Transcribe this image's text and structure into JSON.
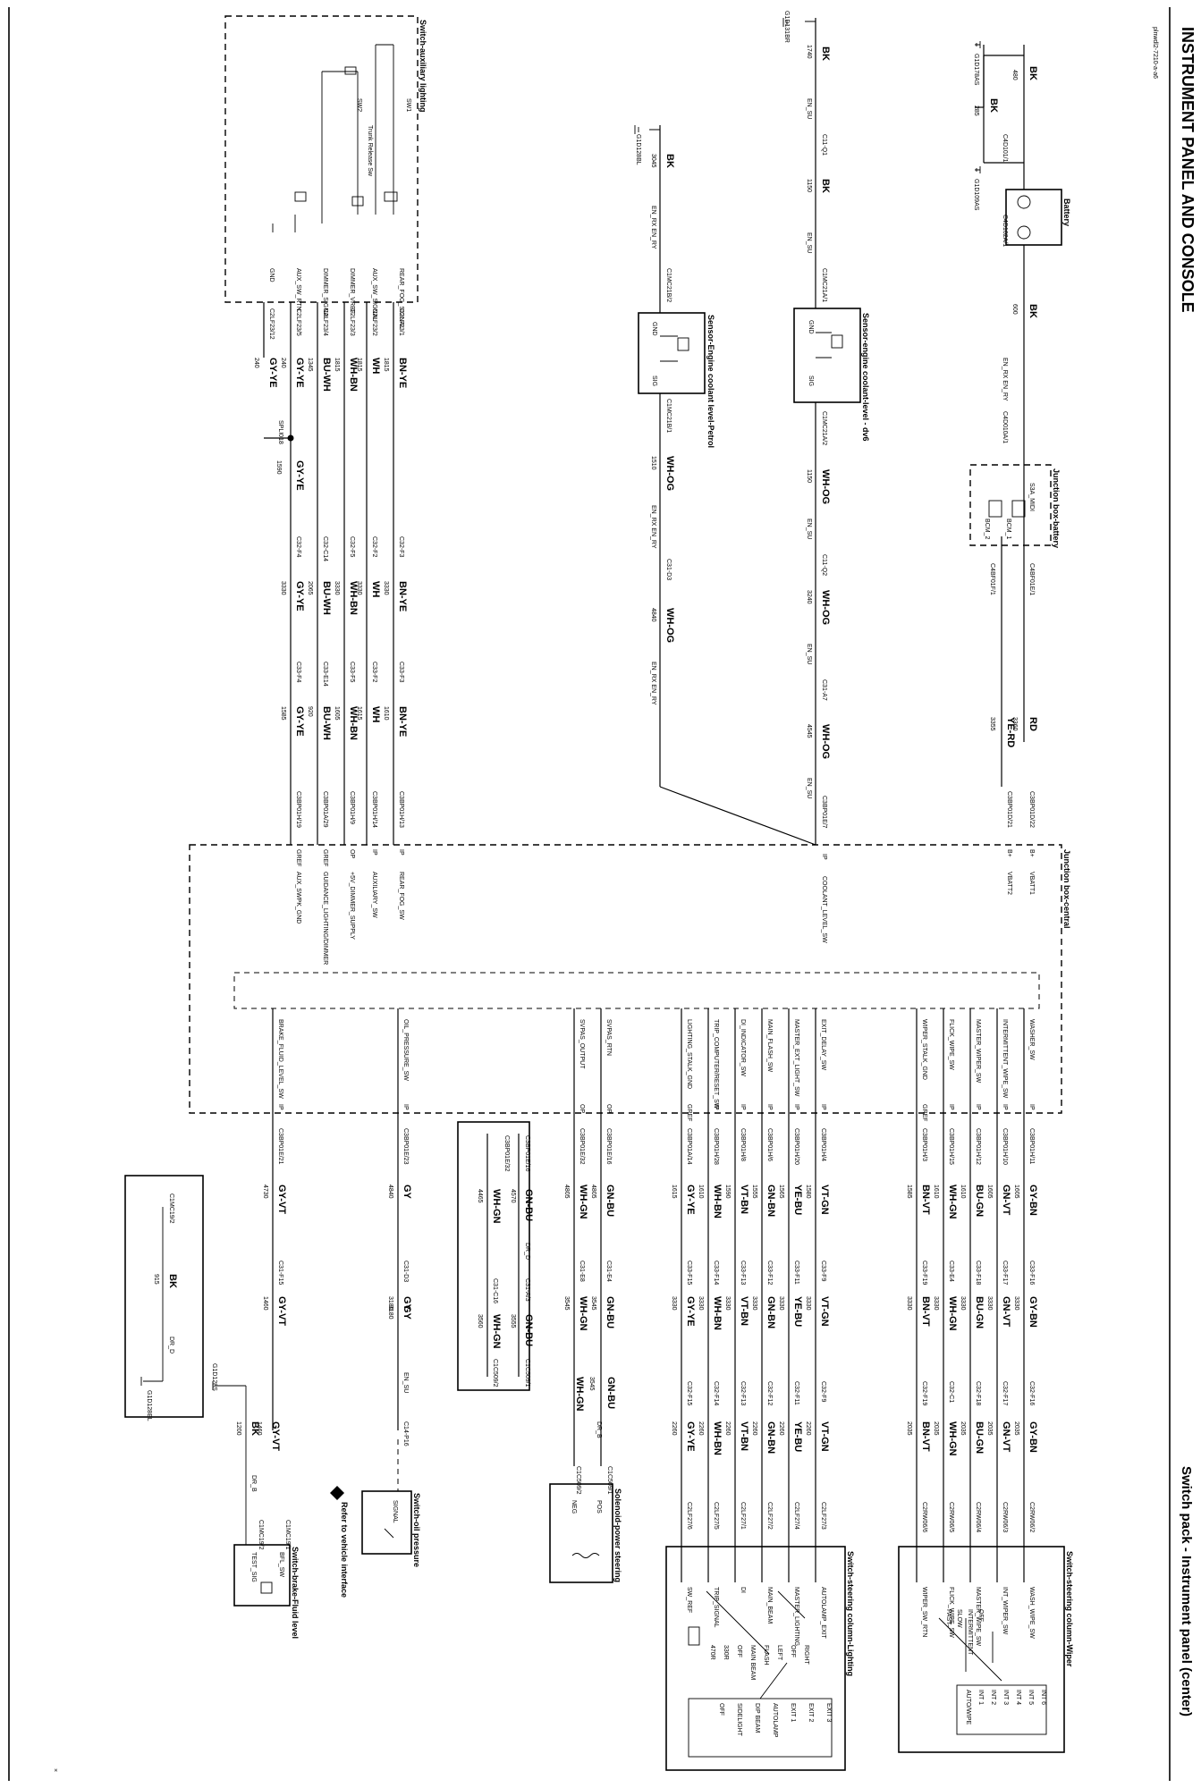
{
  "header": {
    "title": "INSTRUMENT PANEL AND CONSOLE",
    "subtitle": "Switch pack - Instrument panel (center)",
    "drawing_id": "plnwdl2-7210-a-a6",
    "footnote": "×",
    "legend_note": "Refer to vehicle interface"
  },
  "components": {
    "battery": "Battery",
    "junction_battery": "Junction box-battery",
    "junction_central": "Junction box-central",
    "sensor_dv6": "Sensor-engine coolant-level - dv6",
    "sensor_petrol": "Sensor-Engine coolant level-Petrol",
    "switch_aux": "Switch-auxiliary lighting",
    "switch_wiper": "Switch-steering column-Wiper",
    "switch_lighting": "Switch-steering column-Lighting",
    "solenoid_ps": "Solenoid-power steering",
    "switch_oil": "Switch-oil pressure",
    "switch_brake": "Switch-brake-Fluid level"
  },
  "grounds": {
    "g1": "G1D178AS",
    "g2": "G1D109AS",
    "g3": "G1D131BR",
    "g4": "G1D128BL",
    "g5": "G1D128S",
    "g6": "G1D128BL"
  },
  "battery_area": {
    "bk1": "BK",
    "n1": "480",
    "bk2": "BK",
    "n2": "285",
    "c1": "C4D101/1",
    "c2": "C4D102A/1",
    "bk3": "BK",
    "n3": "600",
    "en1": "EN_RX EN_RY",
    "c3": "C4D010A/1",
    "jb_pin1": "S3A_MIDI",
    "jb_pin2": "BCM_1",
    "jb_pin3": "BCM_2",
    "c4": "C4BF01E/1",
    "c5": "C4BF01F/1",
    "rd": "RD",
    "n4": "3360",
    "yerd": "YE-RD",
    "n5": "3355",
    "c6": "C3BP01D/22",
    "c7": "C3BP01D/21",
    "bplus1": "B+",
    "bplus2": "B+",
    "vbatt1": "VBATT1",
    "vbatt2": "VBATT2"
  },
  "coolant_dv6": {
    "bk": "BK",
    "n1": "1740",
    "en1": "EN_SU",
    "c1": "C11-Q1",
    "bk2": "BK",
    "n2": "1150",
    "en2": "EN_SU",
    "c2": "C1MC21A/1",
    "gnd": "GND",
    "sig": "SIG",
    "c3": "C1MC21A/2",
    "wog1": "WH-OG",
    "n3": "1150",
    "en3": "EN_SU",
    "c4": "C11-Q2",
    "wog2": "WH-OG",
    "n4": "3240",
    "en4": "EN_SU",
    "c5": "C31-A7",
    "wog3": "WH-OG",
    "n5": "4545",
    "en5": "EN_SU",
    "c6": "C3BP01E/7",
    "ip": "IP",
    "coolant_sw": "COOLANT_LEVEL_SW"
  },
  "coolant_petrol": {
    "bk": "BK",
    "n1": "3045",
    "en1": "EN_RX EN_RY",
    "c1": "C1MC21B/2",
    "gnd": "GND",
    "sig": "SIG",
    "c2": "C1MC21B/1",
    "wog1": "WH-OG",
    "n2": "1510",
    "en2": "EN_RX EN_RY",
    "c3": "C31-D3",
    "wog2": "WH-OG",
    "n3": "4840",
    "en3": "EN_RX EN_RY"
  },
  "aux_lighting": {
    "sw1": "SW1",
    "sw2": "SW2",
    "trunk": "Trunk Release Sw",
    "pins": [
      "REAR_FOG_SIGNAL",
      "AUX_SW_SIGNAL",
      "DIMMER_VREF",
      "DIMMER_SIGNAL",
      "AUX_SW_RTN",
      "GND"
    ],
    "conns": [
      "C2LF23/1",
      "C2LF23/2",
      "C2LF23/3",
      "C2LF23/4",
      "C2LF23/5",
      "C2LF23/12"
    ],
    "colors_a": [
      "BN-YE",
      "WH",
      "WH-BN",
      "BU-WH",
      "GY-YE",
      "GY-YE"
    ],
    "nums_a": [
      "1815",
      "1815",
      "1815",
      "1345",
      "240",
      "240"
    ],
    "splice": "SPLI018",
    "splice_col": "GY-YE",
    "splice_num": "1590",
    "c_b": [
      "C32-F3",
      "C32-F2",
      "C32-F5",
      "C32-C14",
      "C32-F4"
    ],
    "colors_b": [
      "BN-YE",
      "WH",
      "WH-BN",
      "BU-WH",
      "GY-YE"
    ],
    "nums_b": [
      "3330",
      "3330",
      "3330",
      "2065",
      "3330"
    ],
    "c_c": [
      "C33-F3",
      "C33-F2",
      "C33-F5",
      "C33-E14",
      "C33-F4"
    ],
    "colors_c": [
      "BN-YE",
      "WH",
      "WH-BN",
      "BU-WH",
      "GY-YE"
    ],
    "nums_c": [
      "1610",
      "1615",
      "1605",
      "920",
      "1585"
    ],
    "c_d": [
      "C3BP01H/13",
      "C3BP01H/14",
      "C3BP01H/9",
      "C3BP01A/29",
      "C3BP01H/19"
    ],
    "jbc_pins": [
      "IP",
      "IP",
      "OP",
      "GREF",
      "GREF"
    ],
    "jbc_funcs": [
      "REAR_FOG_SW",
      "AUXILIARY_SW",
      "+5V_DIMMER_SUPPLY",
      "GUIDANCE_LIGHTING/DIMMER",
      "AUX_SWPK_GND"
    ]
  },
  "right_group": {
    "funcs": [
      "WASHER_SW",
      "INTERMITTENT_WIPE_SW",
      "MASTER_WIPER_SW",
      "FLICK_WIPE_SW",
      "WIPER_STALK_GND",
      "EXIT_DELAY_SW",
      "MASTER_EXT_LIGHT_SW",
      "MAIN_FLASH_SW",
      "DI_INDICATOR_SW",
      "TRIP_COMPUTER/RESET_SW",
      "LIGHTING_STALK_GND",
      "SVPAS_RTN",
      "SVPAS_OUTPUT",
      "OIL_PRESSURE_SW",
      "BRAKE_FLUID_LEVEL_SW"
    ],
    "pins": [
      "IP",
      "IP",
      "IP",
      "IP",
      "GREF",
      "IP",
      "IP",
      "IP",
      "IP",
      "IP",
      "GREF",
      "OP",
      "OP",
      "IP",
      "IP"
    ],
    "c_a": [
      "C3BP01H/11",
      "C3BP01H/10",
      "C3BP01H/12",
      "C3BP01H/15",
      "C3BP01H/3",
      "C3BP01H/4",
      "C3BP01H/20",
      "C3BP01H/6",
      "C3BP01H/8",
      "C3BP01H/28",
      "C3BP01A/14",
      "C3BP01E/16",
      "C3BP01E/32",
      "C3BP01E/23",
      "C3BP01E/21"
    ],
    "col_a": [
      "GY-BN",
      "GN-VT",
      "BU-GN",
      "WH-GN",
      "BN-VT",
      "VT-GN",
      "YE-BU",
      "GN-BN",
      "VT-BN",
      "WH-BN",
      "GY-YE",
      "GN-BU",
      "WH-GN",
      "GY",
      "GY-VT"
    ],
    "num_a": [
      "1605",
      "1605",
      "1610",
      "1610",
      "1585",
      "1580",
      "1565",
      "1555",
      "1590",
      "1610",
      "1615",
      "4805",
      "4805",
      "4840",
      "4730"
    ],
    "c_b": [
      "C33-F16",
      "C33-F17",
      "C33-F18",
      "C33-E4",
      "C33-F19",
      "C33-F9",
      "C33-F11",
      "C33-F12",
      "C33-F13",
      "C33-F14",
      "C33-F15",
      "C31-E4",
      "C31-E8",
      "C31-D3",
      "C31-F15"
    ],
    "col_b": [
      "GY-BN",
      "GN-VT",
      "BU-GN",
      "WH-GN",
      "BN-VT",
      "VT-GN",
      "YE-BU",
      "GN-BN",
      "VT-BN",
      "WH-BN",
      "GY-YE",
      "GN-BU",
      "WH-GN",
      "GY",
      "GY-VT"
    ],
    "num_b": [
      "3330",
      "3330",
      "3330",
      "3330",
      "3330",
      "3330",
      "3330",
      "3330",
      "3330",
      "3330",
      "3330",
      "3545",
      "3545",
      "3180",
      "1460"
    ],
    "c_c": [
      "C32-F16",
      "C32-F17",
      "C32-F18",
      "C32-C1",
      "C32-F19",
      "C32-F9",
      "C32-F11",
      "C32-F12",
      "C32-F13",
      "C32-F14",
      "C32-F15"
    ],
    "col_c": [
      "GY-BN",
      "GN-VT",
      "BU-GN",
      "WH-GN",
      "BN-VT",
      "VT-GN",
      "YE-BU",
      "GN-BN",
      "VT-BN",
      "WH-BN",
      "GY-YE"
    ],
    "num_c": [
      "2035",
      "2035",
      "2035",
      "2035",
      "2035",
      "2260",
      "2260",
      "2260",
      "2260",
      "2260",
      "2260"
    ],
    "c_d": [
      "C2RW06/2",
      "C2RW06/3",
      "C2RW06/4",
      "C2RW06/5",
      "C2RW06/6",
      "C2LF27/3",
      "C2LF27/4",
      "C2LF27/2",
      "C2LF27/1",
      "C2LF27/5",
      "C2LF27/6"
    ]
  },
  "dr_block": {
    "c1": "C3BP01E/16",
    "c2": "C3BP01E/32",
    "col1": "GN-BU",
    "col2": "WH-GN",
    "n1": "4570",
    "n2": "4465",
    "dr": "DR_D",
    "c3": "C31-A/3",
    "c4": "C31-C16",
    "col3": "GN-BU",
    "col4": "WH-GN",
    "n3": "3555",
    "n4": "3560",
    "c5": "C1C509/1",
    "c6": "C1C509/2"
  },
  "ps": {
    "dr": "DR_B",
    "c1": "C1C509/1",
    "c2": "C1C509/2",
    "pos": "POS",
    "neg": "NEG",
    "wire_col1": "GN-BU",
    "wire_col2": "WH-GN",
    "wire_num": "3545"
  },
  "oil": {
    "en": "EN_SU",
    "c1": "C14-P16",
    "signal": "SIGNAL",
    "col": "GY",
    "num": "3180"
  },
  "brake": {
    "bk": "BK",
    "n_bk": "1200",
    "dr": "DR_B",
    "c1": "C1MC19/1",
    "c2": "C1MC19/2",
    "bfl": "BFL_SW",
    "test": "TEST_SIG",
    "col": "GY-VT",
    "num": "1460"
  },
  "ground_box": {
    "c1": "C1MC19/2",
    "bk": "BK",
    "n": "915",
    "dr": "DR_D"
  },
  "wiper_switch": {
    "pins": [
      "WASH_WIPE_SW",
      "INT_WIPER_SW",
      "MASTER_WIPE_SW",
      "FLICK_WIPE_SW",
      "WIPER_SW_RTN"
    ],
    "modes": [
      "INT 6",
      "INT 5",
      "INT 4",
      "INT 3",
      "INT 2",
      "INT 1",
      "AUTO/WIPE",
      "OFF",
      "INTERMITTENT",
      "SLOW",
      "FAST"
    ]
  },
  "lighting_switch": {
    "pins": [
      "AUTOLAMP_EXIT",
      "MASTER_LIGHTING",
      "MAIN_BEAM",
      "DI",
      "TRIP_SIGNAL",
      "SW_REF"
    ],
    "labels": [
      "RIGHT",
      "OFF",
      "LEFT",
      "FLASH",
      "MAIN BEAM",
      "OFF",
      "330R",
      "470R"
    ],
    "modes": [
      "EXIT 3",
      "EXIT 2",
      "EXIT 1",
      "AUTOLAMP",
      "DIP BEAM",
      "SIDELIGHT",
      "OFF"
    ]
  }
}
